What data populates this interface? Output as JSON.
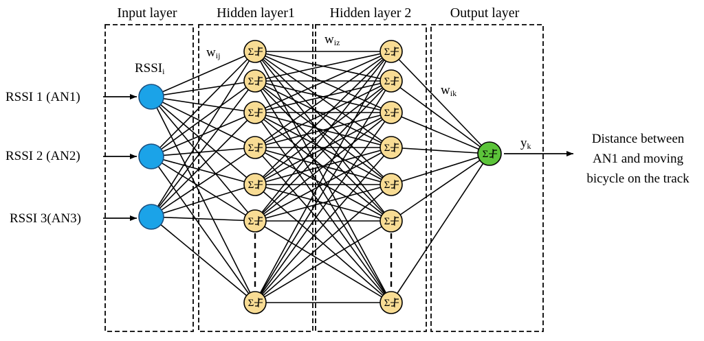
{
  "layers": {
    "input": "Input layer",
    "hidden1": "Hidden layer1",
    "hidden2": "Hidden layer 2",
    "output": "Output layer"
  },
  "inputs": [
    "RSSI 1 (AN1)",
    "RSSI 2 (AN2)",
    "RSSI 3(AN3)"
  ],
  "input_node_label": {
    "base": "RSSI",
    "sub": "i"
  },
  "weights": {
    "w_ij": {
      "base": "w",
      "sub": "ij"
    },
    "w_iz": {
      "base": "w",
      "sub": "iz"
    },
    "w_ik": {
      "base": "w",
      "sub": "ik"
    }
  },
  "output_label": {
    "base": "y",
    "sub": "k"
  },
  "output_text": [
    "Distance between",
    "AN1 and moving",
    "bicycle on the track"
  ],
  "neuron_symbol": "Σ",
  "colors": {
    "input_node": "#1BA3E8",
    "hidden_node": "#F8DC94",
    "output_node": "#5CC43A",
    "line": "#000000"
  }
}
